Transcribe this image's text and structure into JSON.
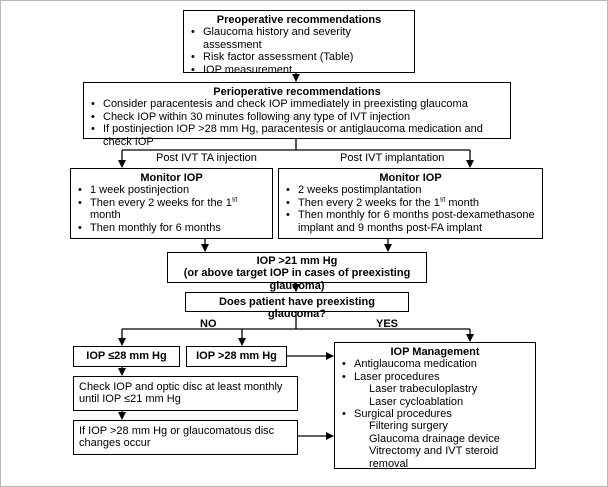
{
  "preop": {
    "title": "Preoperative recommendations",
    "items": [
      "Glaucoma history and severity assessment",
      "Risk factor assessment (Table)",
      "IOP measurement"
    ]
  },
  "periop": {
    "title": "Perioperative recommendations",
    "items": [
      "Consider paracentesis and check IOP immediately in preexisting glaucoma",
      "Check IOP within 30 minutes following any type of IVT injection",
      "If postinjection IOP >28 mm Hg, paracentesis or antiglaucoma medication and check IOP"
    ]
  },
  "branch_left_label": "Post IVT TA injection",
  "branch_right_label": "Post IVT implantation",
  "monitor_left": {
    "title": "Monitor IOP",
    "item1": "1 week postinjection",
    "item2_pre": "Then every 2 weeks for the 1",
    "item2_sup": "st",
    "item2_post": " month",
    "item3": "Then monthly for 6 months"
  },
  "monitor_right": {
    "title": "Monitor IOP",
    "item1": "2 weeks postimplantation",
    "item2_pre": "Then every 2 weeks for the 1",
    "item2_sup": "st",
    "item2_post": " month",
    "item3_line1": "Then monthly for 6 months post-dexamethasone",
    "item3_line2": "implant and 9 months post-FA implant"
  },
  "iop21": {
    "line1": "IOP >21 mm Hg",
    "line2": "(or above target IOP in cases of preexisting glaucoma)"
  },
  "question": "Does patient have preexisting glaucoma?",
  "no_label": "NO",
  "yes_label": "YES",
  "iop_le28": "IOP ≤28 mm Hg",
  "iop_gt28": "IOP >28 mm Hg",
  "check_box": {
    "line1": "Check IOP and optic disc at least monthly",
    "line2": "until IOP ≤21 mm Hg"
  },
  "if_box": {
    "line1": "If IOP >28 mm Hg or glaucomatous disc",
    "line2": "changes occur"
  },
  "management": {
    "title": "IOP Management",
    "item1": "Antiglaucoma medication",
    "item2": "Laser procedures",
    "item2_sub": [
      "Laser trabeculoplastry",
      "Laser cycloablation"
    ],
    "item3": "Surgical procedures",
    "item3_sub": [
      "Filtering surgery",
      "Glaucoma drainage device",
      "Vitrectomy and IVT steroid removal"
    ]
  }
}
